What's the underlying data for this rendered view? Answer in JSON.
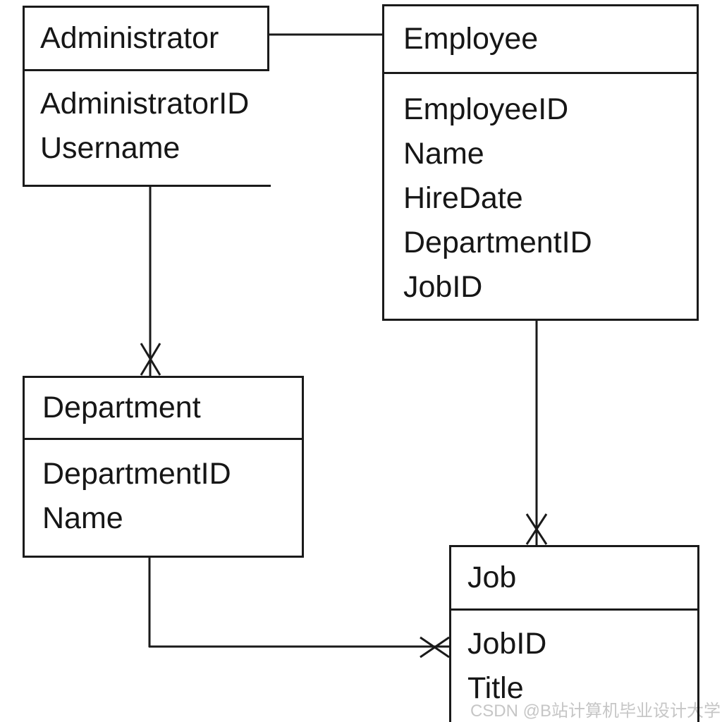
{
  "diagram": {
    "type": "entity-relationship",
    "colors": {
      "line": "#1a1a1a",
      "background": "#ffffff",
      "watermark_text": "#c6c6c6"
    },
    "entities": [
      {
        "name": "Administrator",
        "attributes": [
          "AdministratorID",
          "Username"
        ]
      },
      {
        "name": "Employee",
        "attributes": [
          "EmployeeID",
          "Name",
          "HireDate",
          "DepartmentID",
          "JobID"
        ]
      },
      {
        "name": "Department",
        "attributes": [
          "DepartmentID",
          "Name"
        ]
      },
      {
        "name": "Job",
        "attributes": [
          "JobID",
          "Title"
        ]
      }
    ],
    "relationships": [
      {
        "from": "Administrator",
        "to": "Employee",
        "marker": "none"
      },
      {
        "from": "Administrator",
        "to": "Department",
        "marker": "cross-at-department"
      },
      {
        "from": "Employee",
        "to": "Job",
        "marker": "cross-at-job"
      },
      {
        "from": "Department",
        "to": "Job",
        "marker": "cross-at-job-left"
      }
    ]
  },
  "watermark": {
    "text": "CSDN @B站计算机毕业设计大学"
  }
}
